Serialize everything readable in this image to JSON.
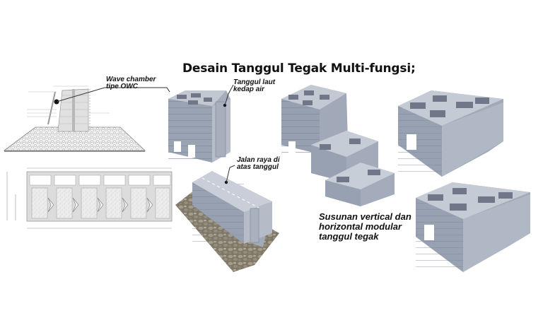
{
  "title": "Desain Tanggul Tegak Multi-fungsi;",
  "callouts": {
    "wave_chamber": [
      "Wave chamber",
      "tipe OWC"
    ],
    "tanggul_laut": [
      "Tanggul laut",
      "kedap air"
    ],
    "jalan_raya": [
      "Jalan raya di",
      "atas tanggul"
    ]
  },
  "caption": [
    "Susunan vertical dan",
    "horizontal modular",
    "tanggul tegak"
  ],
  "colors": {
    "concrete": "#9aa3b3",
    "concrete_dark": "#6f7788",
    "concrete_light": "#b9c0cc",
    "rubble": "#8a8272",
    "drawing_line": "#8a8a8a",
    "text": "#111111"
  },
  "figures": [
    {
      "id": "cross-section-drawing",
      "kind": "engineering section"
    },
    {
      "id": "plan-view-drawing",
      "kind": "engineering plan",
      "modules": 6
    },
    {
      "id": "module-block-render",
      "kind": "3d render"
    },
    {
      "id": "road-on-dike-render",
      "kind": "3d render"
    },
    {
      "id": "stacked-modules-render",
      "kind": "3d render"
    },
    {
      "id": "horizontal-module-render-top",
      "kind": "3d render"
    },
    {
      "id": "horizontal-module-render-bottom",
      "kind": "3d render"
    }
  ]
}
